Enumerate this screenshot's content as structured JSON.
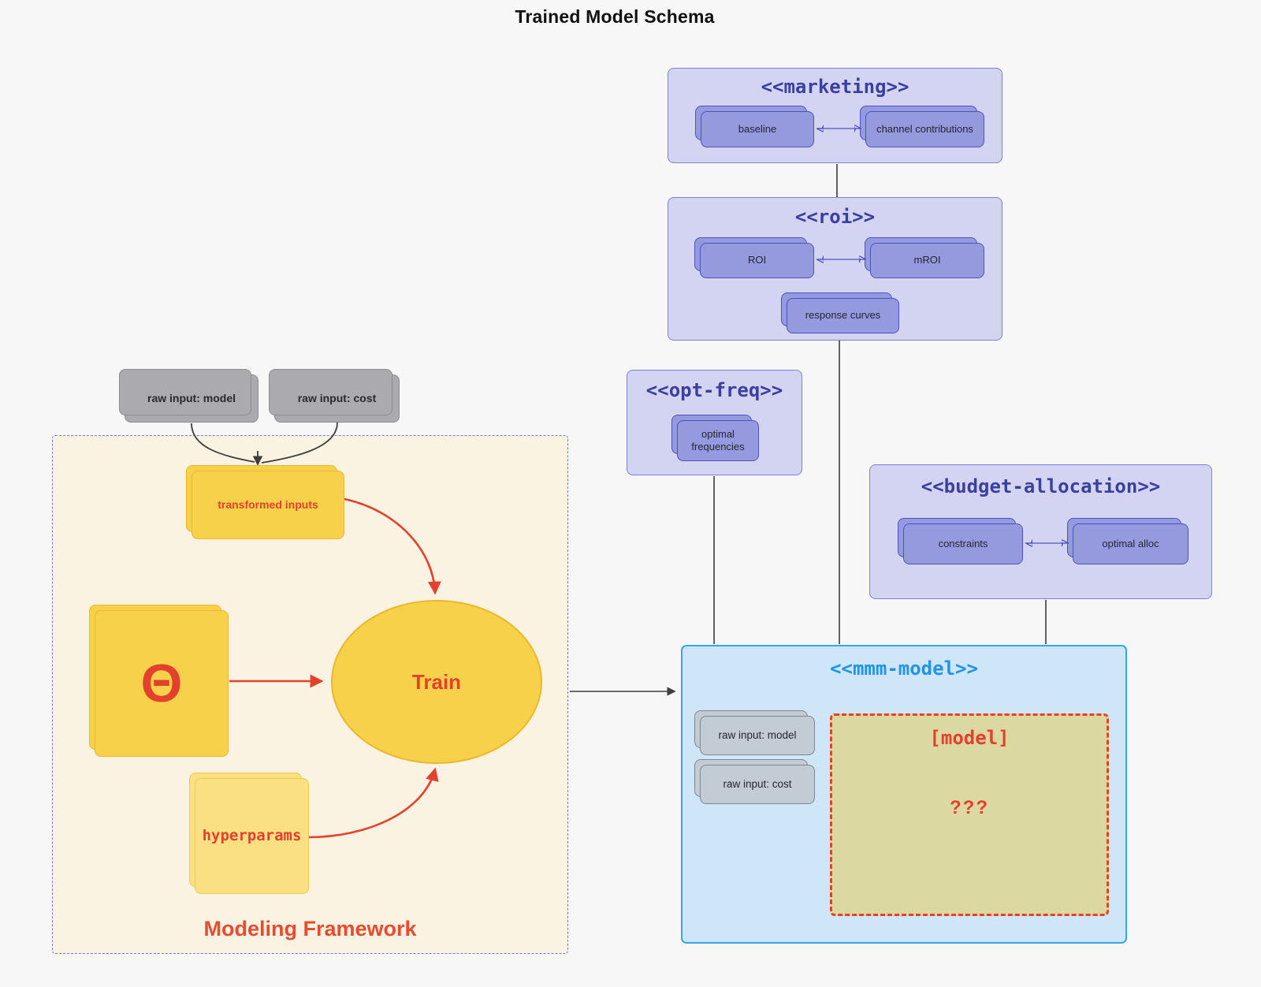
{
  "title": "Trained Model Schema",
  "colors": {
    "background": "#f7f7f8",
    "purple_container_fill": "#d3d4f1",
    "purple_container_border": "#7b80d8",
    "purple_node_fill": "#9599de",
    "purple_node_border": "#4d53bd",
    "indigo_title_text": "#3b3fa0",
    "blue_container_fill": "#cfe6f8",
    "blue_container_border": "#38a5ea",
    "blue_title_text": "#2094e8",
    "gray_node_fill": "#ababaf",
    "bluegray_node_fill": "#c3cbd4",
    "cream_fill": "#faf3e2",
    "yellow_node_fill": "#f7d14a",
    "light_yellow_fill": "#fbe083",
    "khaki_fill": "#dcd8a1",
    "red_accent": "#e5402e",
    "dark_line": "#3d3d3d"
  },
  "top_inputs": {
    "raw_input_model": "raw input: model",
    "raw_input_cost": "raw input: cost"
  },
  "marketing": {
    "title": "<<marketing>>",
    "baseline": "baseline",
    "channel_contributions": "channel contributions"
  },
  "roi": {
    "title": "<<roi>>",
    "roi": "ROI",
    "mroi": "mROI",
    "response_curves": "response curves"
  },
  "opt_freq": {
    "title": "<<opt-freq>>",
    "optimal_frequencies": "optimal frequencies"
  },
  "budget_allocation": {
    "title": "<<budget-allocation>>",
    "constraints": "constraints",
    "optimal_alloc": "optimal alloc"
  },
  "mmm_model": {
    "title": "<<mmm-model>>",
    "raw_input_model": "raw input: model",
    "raw_input_cost": "raw input: cost",
    "model_box_title": "[model]",
    "model_box_body": "???"
  },
  "modeling_framework": {
    "label": "Modeling Framework",
    "transformed_inputs": "transformed inputs",
    "theta": "Θ",
    "train": "Train",
    "hyperparams": "hyperparams"
  }
}
